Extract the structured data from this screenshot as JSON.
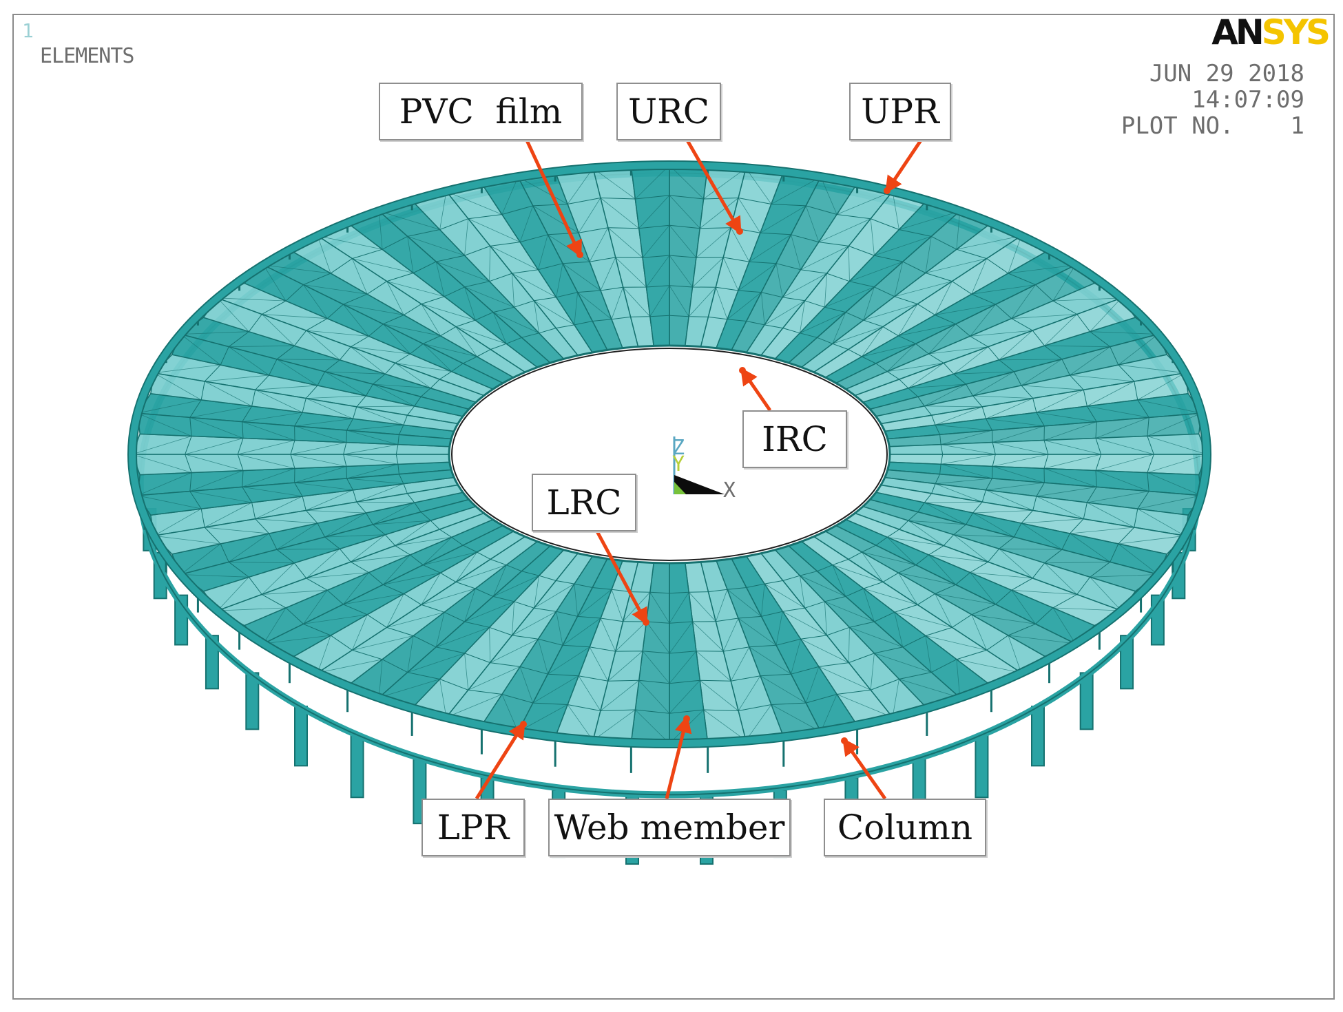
{
  "header": {
    "window_number": "1",
    "plot_title": "ELEMENTS",
    "logo_prefix": "AN",
    "logo_suffix": "SYS",
    "date": "JUN 29 2018",
    "time": "14:07:09",
    "plot_no_label": "PLOT NO.",
    "plot_no_value": "1"
  },
  "triad": {
    "z": "Z",
    "y": "Y",
    "x": "X"
  },
  "labels": {
    "pvc_film": "PVC  film",
    "urc": "URC",
    "upr": "UPR",
    "irc": "IRC",
    "lrc": "LRC",
    "lpr": "LPR",
    "web_member": "Web member",
    "column": "Column"
  },
  "colors": {
    "membrane": "#2aa3a3",
    "membrane_light": "#7ccfd0",
    "membrane_dark": "#15716f",
    "arrow": "#ee4413",
    "frame": "#8a8a8a",
    "logo_yellow": "#f4c400"
  }
}
